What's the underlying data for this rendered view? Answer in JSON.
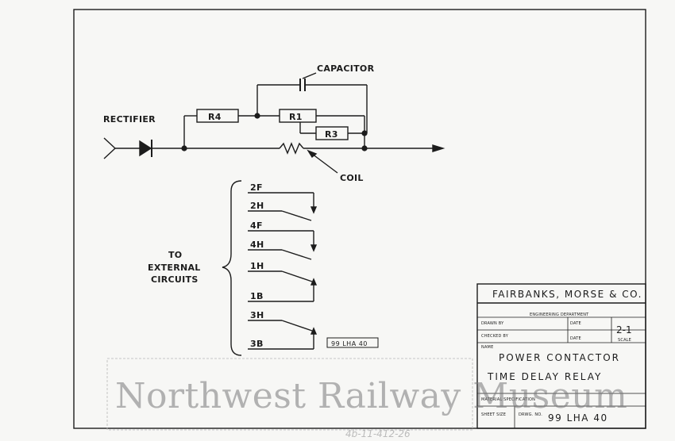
{
  "labels": {
    "capacitor": "CAPACITOR",
    "rectifier": "RECTIFIER",
    "coil": "COIL",
    "r4": "R4",
    "r1": "R1",
    "r3": "R3",
    "external_line1": "TO",
    "external_line2": "EXTERNAL",
    "external_line3": "CIRCUITS",
    "drawing_tag": "99 LHA 40"
  },
  "contacts": [
    "2F",
    "2H",
    "4F",
    "4H",
    "1H",
    "1B",
    "3H",
    "3B"
  ],
  "title_block": {
    "company": "FAIRBANKS, MORSE & CO.",
    "department": "ENGINEERING DEPARTMENT",
    "drawn_by": "DRAWN BY",
    "checked_by": "CHECKED BY",
    "date1": "DATE",
    "date2": "DATE",
    "scale": "SCALE",
    "scale_value": "2-1",
    "name_label": "NAME",
    "title_line1": "POWER CONTACTOR",
    "title_line2": "TIME DELAY RELAY",
    "material": "MATERIAL SPECIFICATION",
    "sheet_size": "SHEET SIZE",
    "drawing_no_label": "DRWG. NO.",
    "drawing_no": "99 LHA 40"
  },
  "watermark": "Northwest Railway Museum",
  "pencil_notes": {
    "bottom": "4b-11-412-26"
  }
}
